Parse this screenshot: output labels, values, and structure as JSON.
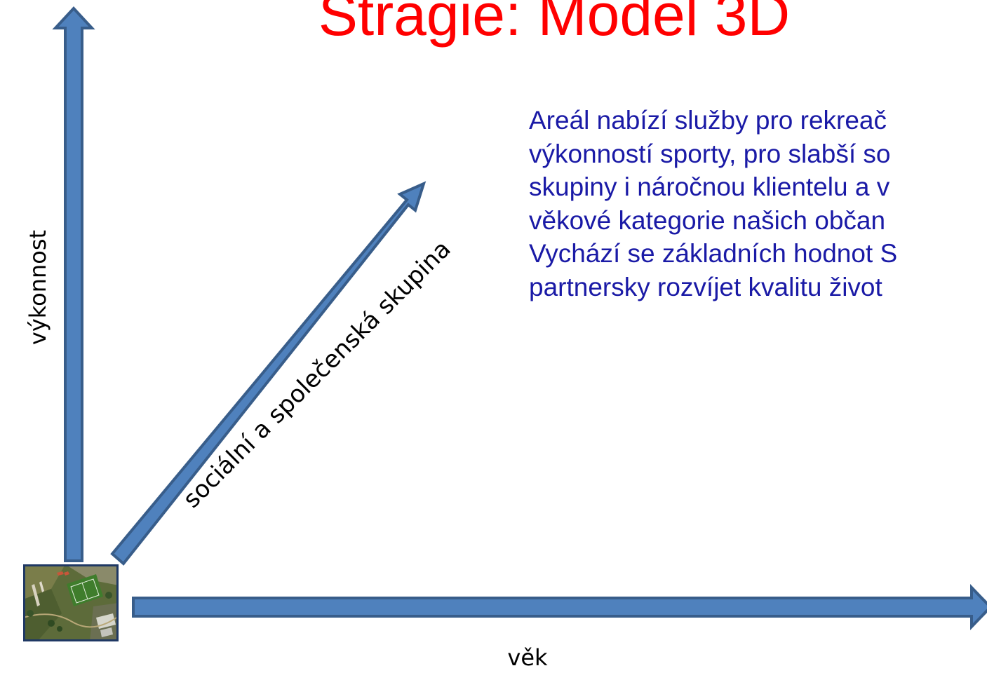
{
  "title": "Stragie: Model 3D",
  "description_lines": [
    "Areál nabízí služby pro rekreač",
    "výkonností sporty, pro slabší so",
    "skupiny i náročnou klientelu a v",
    "věkové kategorie našich občan",
    "Vychází se základních hodnot S",
    "partnersky rozvíjet kvalitu život"
  ],
  "axes": {
    "vertical_label": "výkonnost",
    "diagonal_label": "sociální a společenská skupina",
    "horizontal_label": "věk"
  },
  "colors": {
    "title": "#ff0000",
    "body_text": "#1a1aa6",
    "arrow_fill": "#4f81bd",
    "arrow_stroke": "#385d8a",
    "thumbnail_border": "#1f3864"
  },
  "thumbnail": {
    "icon": "aerial-photo-sports-complex"
  }
}
